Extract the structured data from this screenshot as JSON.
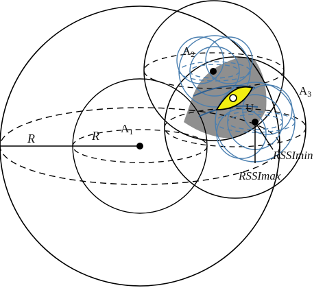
{
  "labels": {
    "r_outer": "R",
    "r_inner": "R",
    "a1_letter": "A",
    "a1_sub": "1",
    "a2_letter": "A",
    "a2_sub": "2",
    "a3_letter": "A",
    "a3_sub": "3",
    "u": "U",
    "rssi_min": "RSSImin",
    "rssi_max": "RSSImax"
  },
  "colors": {
    "line": "#000000",
    "blue": "#4a7fb0",
    "gray_region": "#8f8f8f",
    "yellow": "#f2ef12",
    "white": "#ffffff"
  }
}
